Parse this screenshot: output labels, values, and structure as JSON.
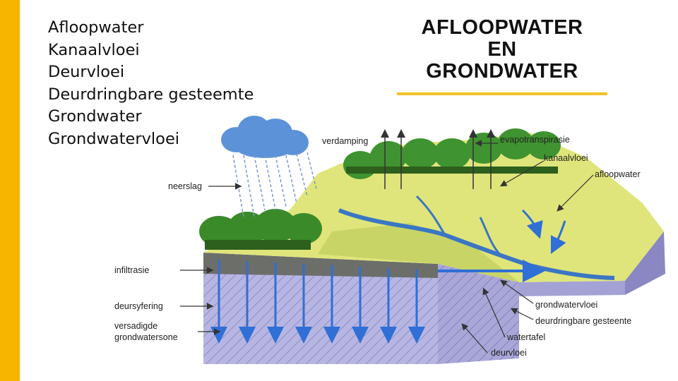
{
  "sidebar": {
    "accent_color": "#f7b500"
  },
  "terms": [
    "Afloopwater",
    "Kanaalvloei",
    "Deurvloei",
    "Deurdringbare gesteemte",
    "Grondwater",
    "Grondwatervloei"
  ],
  "title": {
    "line1": "AFLOOPWATER",
    "line2": "EN",
    "line3": "GRONDWATER",
    "underline_color": "#f2c22a"
  },
  "diagram": {
    "labels": {
      "verdamping": "verdamping",
      "evapotranspirasie": "evapotranspirasie",
      "kanaalvloei": "kanaalvloei",
      "afloopwater": "afloopwater",
      "neerslag": "neerslag",
      "infiltrasie": "infiltrasie",
      "deursyfering": "deursyfering",
      "versadigde1": "versadigde",
      "versadigde2": "grondwatersone",
      "grondwatervloei": "grondwatervloei",
      "deurdringbare": "deurdringbare gesteente",
      "watertafel": "watertafel",
      "deurvloei": "deurvloei"
    }
  }
}
